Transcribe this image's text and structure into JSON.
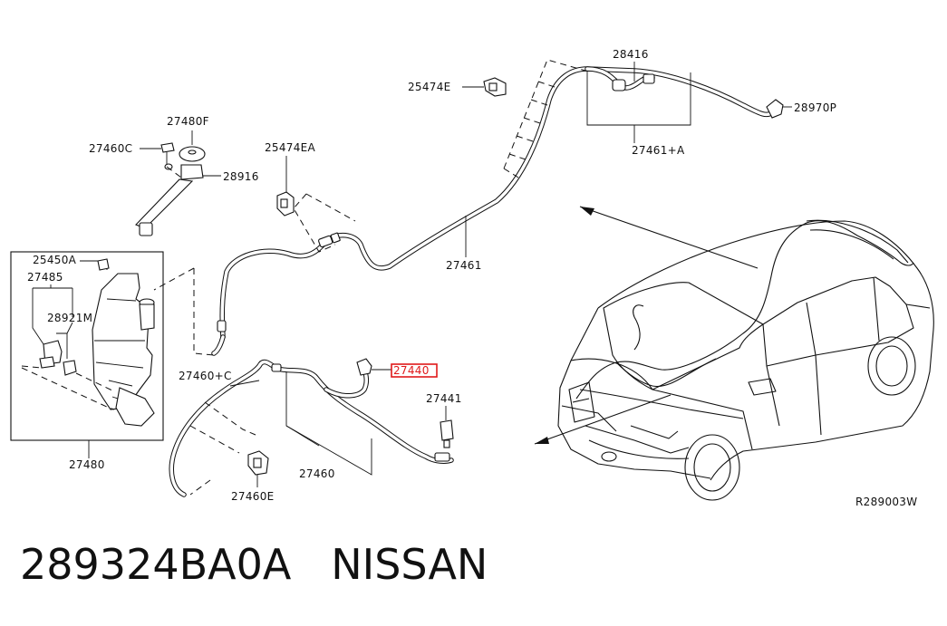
{
  "diagram": {
    "reference_code": "R289003W",
    "highlight_color": "#e0191a",
    "callouts": {
      "c28416": "28416",
      "c25474E": "25474E",
      "c28970P": "28970P",
      "c27461A": "27461+A",
      "c27480F": "27480F",
      "c27460C": "27460C",
      "c28916": "28916",
      "c25474EA": "25474EA",
      "c27461": "27461",
      "c25450A": "25450A",
      "c27485": "27485",
      "c28921M": "28921M",
      "c27480": "27480",
      "c27460C_plus": "27460+C",
      "c27440": "27440",
      "c27441": "27441",
      "c27460": "27460",
      "c27460E": "27460E"
    }
  },
  "caption": {
    "part_number": "289324BA0A",
    "brand": "NISSAN"
  }
}
